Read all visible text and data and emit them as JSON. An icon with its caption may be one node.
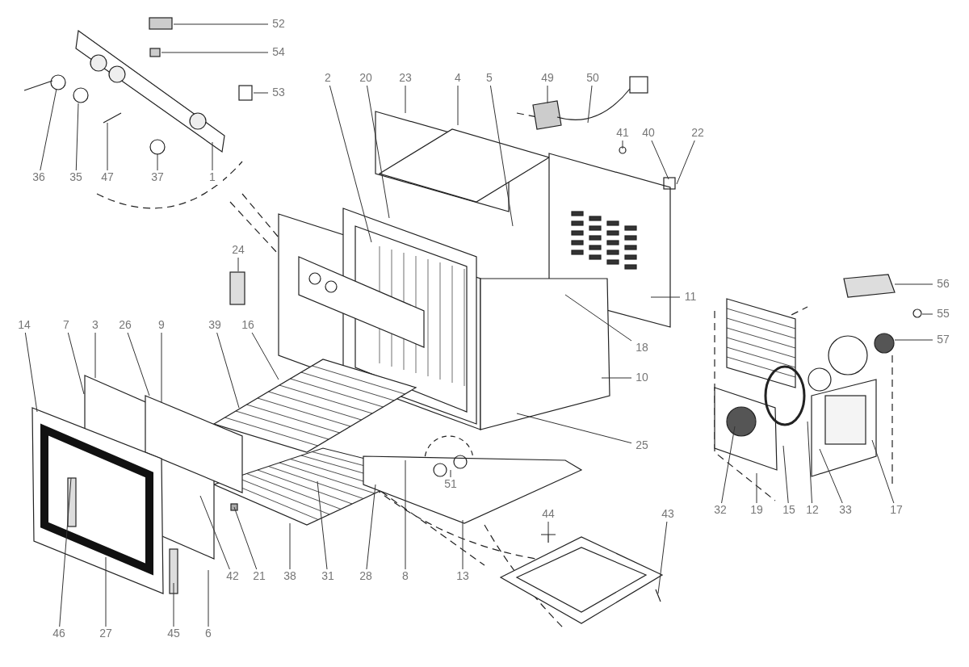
{
  "diagram": {
    "nodes": [
      {
        "text": [
          "52"
        ]
      },
      {
        "text": [
          "54"
        ]
      },
      {
        "text": [
          "53"
        ]
      },
      {
        "text": [
          "36"
        ]
      },
      {
        "text": [
          "35"
        ]
      },
      {
        "text": [
          "47"
        ]
      },
      {
        "text": [
          "37"
        ]
      },
      {
        "text": [
          "1"
        ]
      },
      {
        "text": [
          "2"
        ]
      },
      {
        "text": [
          "20"
        ]
      },
      {
        "text": [
          "23"
        ]
      },
      {
        "text": [
          "4"
        ]
      },
      {
        "text": [
          "5"
        ]
      },
      {
        "text": [
          "49"
        ]
      },
      {
        "text": [
          "50"
        ]
      },
      {
        "text": [
          "41"
        ]
      },
      {
        "text": [
          "40"
        ]
      },
      {
        "text": [
          "22"
        ]
      },
      {
        "text": [
          "24"
        ]
      },
      {
        "text": [
          "11"
        ]
      },
      {
        "text": [
          "56"
        ]
      },
      {
        "text": [
          "55"
        ]
      },
      {
        "text": [
          "57"
        ]
      },
      {
        "text": [
          "18"
        ]
      },
      {
        "text": [
          "10"
        ]
      },
      {
        "text": [
          "25"
        ]
      },
      {
        "text": [
          "14"
        ]
      },
      {
        "text": [
          "7"
        ]
      },
      {
        "text": [
          "3"
        ]
      },
      {
        "text": [
          "26"
        ]
      },
      {
        "text": [
          "9"
        ]
      },
      {
        "text": [
          "39"
        ]
      },
      {
        "text": [
          "16"
        ]
      },
      {
        "text": [
          "32"
        ]
      },
      {
        "text": [
          "19"
        ]
      },
      {
        "text": [
          "15"
        ]
      },
      {
        "text": [
          "12"
        ]
      },
      {
        "text": [
          "33"
        ]
      },
      {
        "text": [
          "17"
        ]
      },
      {
        "text": [
          "44"
        ]
      },
      {
        "text": [
          "43"
        ]
      },
      {
        "text": [
          "51"
        ]
      },
      {
        "text": [
          "42"
        ]
      },
      {
        "text": [
          "21"
        ]
      },
      {
        "text": [
          "38"
        ]
      },
      {
        "text": [
          "31"
        ]
      },
      {
        "text": [
          "28"
        ]
      },
      {
        "text": [
          "8"
        ]
      },
      {
        "text": [
          "13"
        ]
      },
      {
        "text": [
          "46"
        ]
      },
      {
        "text": [
          "27"
        ]
      },
      {
        "text": [
          "45"
        ]
      },
      {
        "text": [
          "6"
        ]
      }
    ],
    "edges": [
      {
        "from": 0,
        "to": null,
        "arrow": "none"
      },
      {
        "from": 1,
        "to": null,
        "arrow": "none"
      },
      {
        "from": 2,
        "to": null,
        "arrow": "none"
      },
      {
        "from": 3,
        "to": null,
        "arrow": "none"
      },
      {
        "from": 4,
        "to": null,
        "arrow": "none"
      },
      {
        "from": 5,
        "to": null,
        "arrow": "none"
      },
      {
        "from": 6,
        "to": null,
        "arrow": "none"
      },
      {
        "from": 7,
        "to": null,
        "arrow": "none"
      },
      {
        "from": 8,
        "to": null,
        "arrow": "none"
      },
      {
        "from": 9,
        "to": null,
        "arrow": "none"
      },
      {
        "from": 10,
        "to": null,
        "arrow": "none"
      },
      {
        "from": 11,
        "to": null,
        "arrow": "none"
      },
      {
        "from": 12,
        "to": null,
        "arrow": "none"
      },
      {
        "from": 13,
        "to": null,
        "arrow": "none"
      },
      {
        "from": 14,
        "to": null,
        "arrow": "none"
      },
      {
        "from": 15,
        "to": null,
        "arrow": "none"
      },
      {
        "from": 16,
        "to": null,
        "arrow": "none"
      },
      {
        "from": 17,
        "to": null,
        "arrow": "none"
      },
      {
        "from": 18,
        "to": null,
        "arrow": "none"
      },
      {
        "from": 19,
        "to": null,
        "arrow": "none"
      },
      {
        "from": 20,
        "to": null,
        "arrow": "none"
      },
      {
        "from": 21,
        "to": null,
        "arrow": "none"
      },
      {
        "from": 22,
        "to": null,
        "arrow": "none"
      },
      {
        "from": 23,
        "to": null,
        "arrow": "none"
      },
      {
        "from": 24,
        "to": null,
        "arrow": "none"
      },
      {
        "from": 25,
        "to": null,
        "arrow": "none"
      },
      {
        "from": 26,
        "to": null,
        "arrow": "none"
      },
      {
        "from": 27,
        "to": null,
        "arrow": "none"
      },
      {
        "from": 28,
        "to": null,
        "arrow": "none"
      },
      {
        "from": 29,
        "to": null,
        "arrow": "none"
      },
      {
        "from": 30,
        "to": null,
        "arrow": "none"
      },
      {
        "from": 31,
        "to": null,
        "arrow": "none"
      },
      {
        "from": 32,
        "to": null,
        "arrow": "none"
      },
      {
        "from": 33,
        "to": null,
        "arrow": "none"
      },
      {
        "from": 34,
        "to": null,
        "arrow": "none"
      },
      {
        "from": 35,
        "to": null,
        "arrow": "none"
      },
      {
        "from": 36,
        "to": null,
        "arrow": "none"
      },
      {
        "from": 37,
        "to": null,
        "arrow": "none"
      },
      {
        "from": 38,
        "to": null,
        "arrow": "none"
      },
      {
        "from": 39,
        "to": null,
        "arrow": "none"
      },
      {
        "from": 40,
        "to": null,
        "arrow": "none"
      },
      {
        "from": 41,
        "to": null,
        "arrow": "none"
      },
      {
        "from": 42,
        "to": null,
        "arrow": "none"
      },
      {
        "from": 43,
        "to": null,
        "arrow": "none"
      },
      {
        "from": 44,
        "to": null,
        "arrow": "none"
      },
      {
        "from": 45,
        "to": null,
        "arrow": "none"
      },
      {
        "from": 46,
        "to": null,
        "arrow": "none"
      },
      {
        "from": 47,
        "to": null,
        "arrow": "none"
      },
      {
        "from": 48,
        "to": null,
        "arrow": "none"
      },
      {
        "from": 49,
        "to": null,
        "arrow": "none"
      },
      {
        "from": 50,
        "to": null,
        "arrow": "none"
      },
      {
        "from": 51,
        "to": null,
        "arrow": "none"
      },
      {
        "from": 52,
        "to": null,
        "arrow": "none"
      }
    ]
  }
}
